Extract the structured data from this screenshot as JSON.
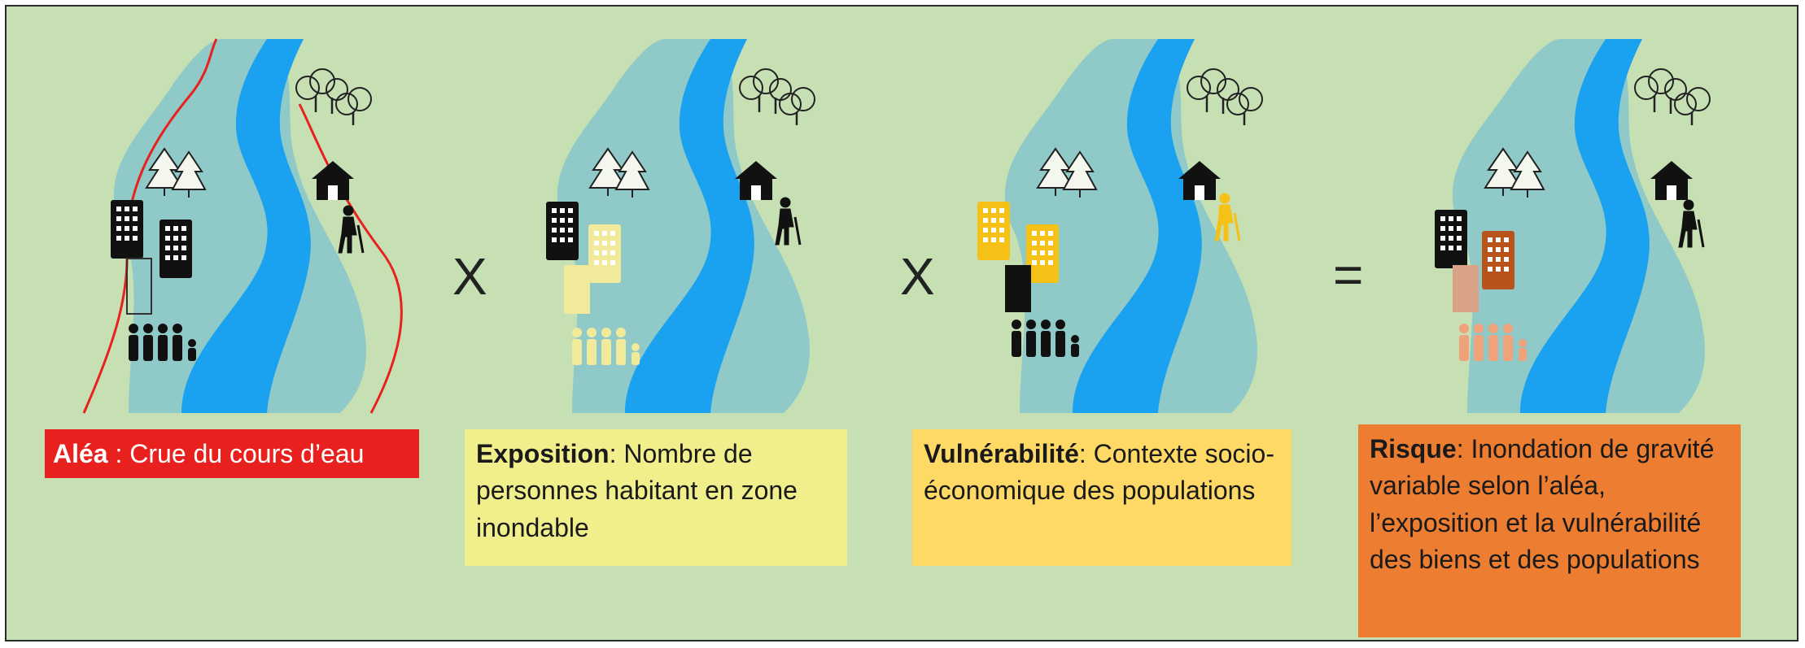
{
  "colors": {
    "background": "#c6e0b4",
    "river": "#1aa2f0",
    "floodplain": "#8fc9c8",
    "hazard_line": "#e8211f",
    "exposure": "#f1ee8c",
    "vulnerability": "#ffd966",
    "risk": "#ed7d31"
  },
  "operators": {
    "times_1": "X",
    "times_2": "X",
    "equals": "="
  },
  "panels": [
    {
      "term": "Aléa",
      "separator": " : ",
      "description": "Crue du cours d’eau",
      "icons": [
        "tree-icon",
        "pine-tree-icon",
        "house-icon",
        "elderly-person-icon",
        "building-icon",
        "family-icon"
      ]
    },
    {
      "term": "Exposition",
      "separator": ": ",
      "description": "Nombre de personnes habitant en zone inondable",
      "icons": [
        "tree-icon",
        "pine-tree-icon",
        "house-icon",
        "elderly-person-icon",
        "building-icon",
        "family-icon"
      ]
    },
    {
      "term": "Vulnérabilité",
      "separator": ": ",
      "description": "Contexte socio-économique des populations",
      "icons": [
        "tree-icon",
        "pine-tree-icon",
        "house-icon",
        "elderly-person-icon",
        "building-icon",
        "family-icon"
      ]
    },
    {
      "term": "Risque",
      "separator": ": ",
      "description": "Inondation de gravité variable selon l’aléa, l’exposition et la vulnérabilité des biens et des populations",
      "icons": [
        "tree-icon",
        "pine-tree-icon",
        "house-icon",
        "elderly-person-icon",
        "building-icon",
        "family-icon"
      ]
    }
  ]
}
